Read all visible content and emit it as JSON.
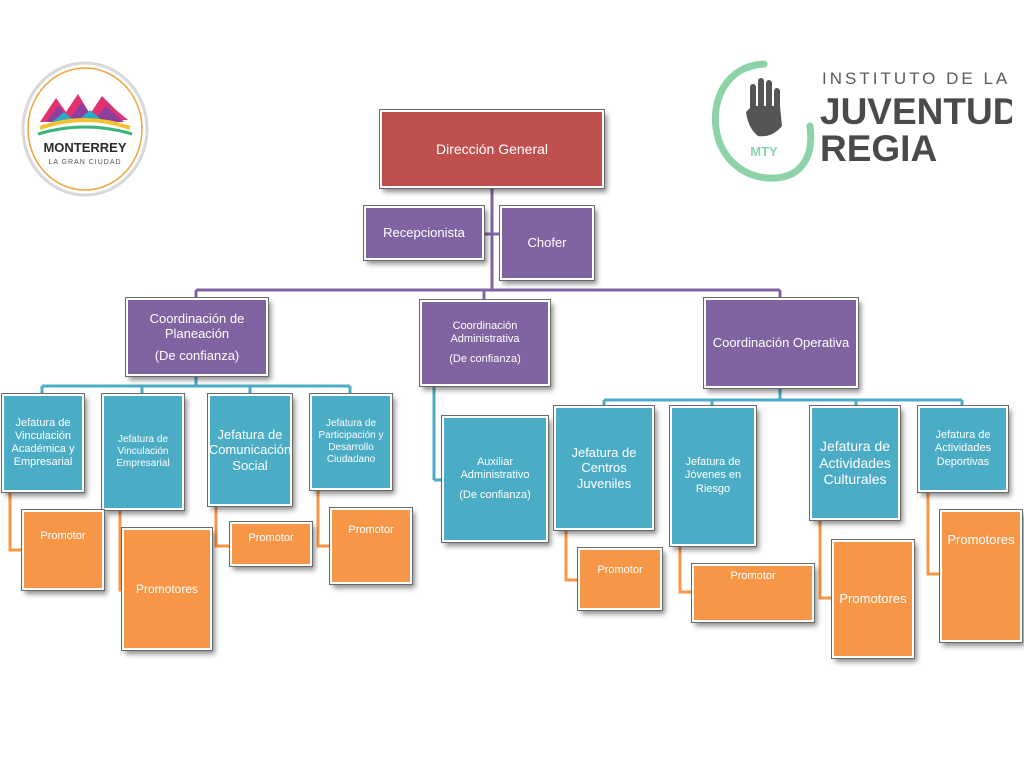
{
  "logos": {
    "monterrey": {
      "name": "MONTERREY",
      "tagline": "LA GRAN CIUDAD"
    },
    "instituto": {
      "line1": "INSTITUTO DE LA",
      "line2": "JUVENTUD",
      "line3": "REGIA",
      "badge": "MTY"
    }
  },
  "org": {
    "direccion": "Dirección General",
    "recepcionista": "Recepcionista",
    "chofer": "Chofer",
    "planeacion": {
      "title": "Coordinación de Planeación",
      "note": "(De confianza)"
    },
    "administrativa": {
      "title": "Coordinación Administrativa",
      "note": "(De confianza)"
    },
    "operativa": "Coordinación Operativa",
    "auxiliar": {
      "title": "Auxiliar Administrativo",
      "note": "(De confianza)"
    },
    "jefaturas": {
      "vinc_academica": "Jefatura de Vinculación Académica y Empresarial",
      "vinc_empresarial": "Jefatura de Vinculación Empresarial",
      "comunicacion": "Jefatura de Comunicación Social",
      "participacion": "Jefatura de Participación y Desarrollo Ciudadano",
      "centros": "Jefatura de Centros Juveniles",
      "jovenes": "Jefatura de Jóvenes en Riesgo",
      "culturales": "Jefatura de Actividades Culturales",
      "deportivas": "Jefatura de Actividades Deportivas"
    },
    "promotores": {
      "p1": "Promotor",
      "p2": "Promotores",
      "p3": "Promotor",
      "p4": "Promotor",
      "p5": "Promotor",
      "p6": "Promotor",
      "p7": "Promotores",
      "p8": "Promotores"
    }
  },
  "colors": {
    "direccion": "#c0504d",
    "coordinaciones": "#8064a2",
    "jefaturas": "#4bacc6",
    "promotores": "#f79646",
    "brand_green": "#8dd3a8",
    "brand_dark": "#4a4a4a"
  }
}
